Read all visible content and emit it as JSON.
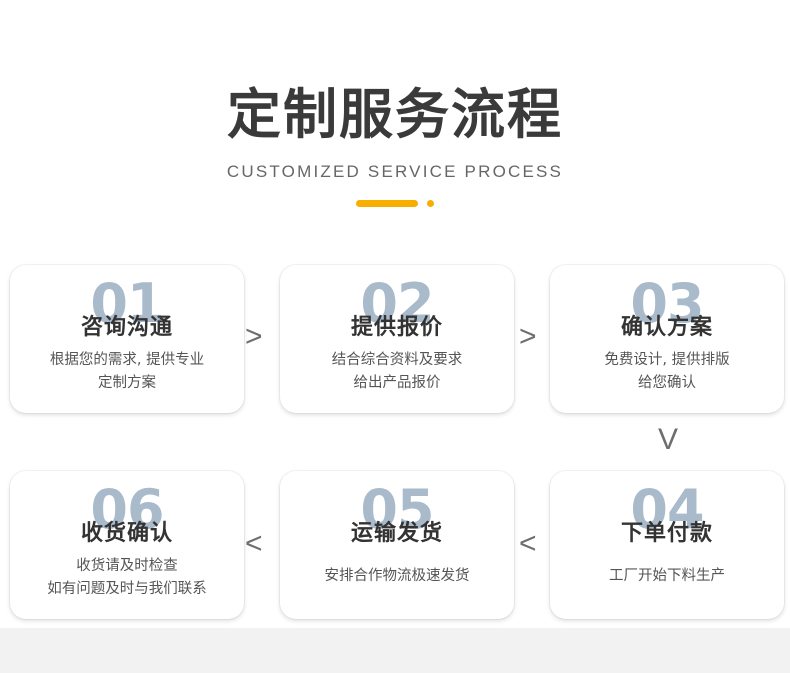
{
  "header": {
    "title": "定制服务流程",
    "subtitle": "CUSTOMIZED SERVICE PROCESS",
    "accent_color": "#f9ad00"
  },
  "theme": {
    "background": "#ffffff",
    "bottom_band": "#f2f2f2",
    "number_color": "#a9bacb",
    "title_color": "#333333",
    "desc_color": "#555555",
    "connector_color": "#6e6e6e"
  },
  "steps": [
    {
      "number": "01",
      "title": "咨询沟通",
      "desc_line1": "根据您的需求, 提供专业",
      "desc_line2": "定制方案"
    },
    {
      "number": "02",
      "title": "提供报价",
      "desc_line1": "结合综合资料及要求",
      "desc_line2": "给出产品报价"
    },
    {
      "number": "03",
      "title": "确认方案",
      "desc_line1": "免费设计, 提供排版",
      "desc_line2": "给您确认"
    },
    {
      "number": "06",
      "title": "收货确认",
      "desc_line1": "收货请及时检查",
      "desc_line2": "如有问题及时与我们联系"
    },
    {
      "number": "05",
      "title": "运输发货",
      "desc_line1": "安排合作物流极速发货",
      "desc_line2": ""
    },
    {
      "number": "04",
      "title": "下单付款",
      "desc_line1": "工厂开始下料生产",
      "desc_line2": ""
    }
  ],
  "connectors": {
    "right_1": ">",
    "right_2": ">",
    "down": "V",
    "left_1": "<",
    "left_2": "<"
  }
}
